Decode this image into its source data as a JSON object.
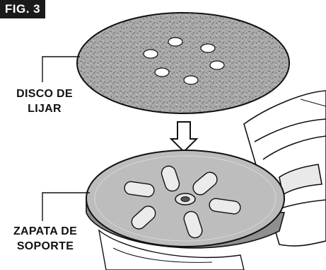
{
  "figure": {
    "label": "FIG. 3"
  },
  "callouts": {
    "sanding_disc": {
      "line1": "DISCO DE",
      "line2": "LIJAR"
    },
    "backing_pad": {
      "line1": "ZAPATA DE",
      "line2": "SOPORTE"
    }
  },
  "colors": {
    "disc": "#a9a9a9",
    "pad": "#bdbdbd",
    "outline": "#111111",
    "badge": "#1a1a1a"
  }
}
